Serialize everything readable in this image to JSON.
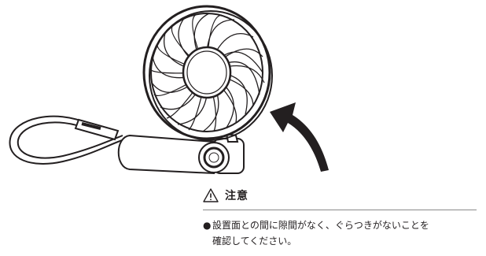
{
  "caution": {
    "title": "注意",
    "bullet": "●",
    "line1": "設置面との間に隙間がなく、ぐらつきがないことを",
    "line2": "確認してください。"
  },
  "icons": {
    "warning": "warning-triangle-icon",
    "fan": "desk-fan-illustration",
    "arrow": "rotate-arrow-icon"
  }
}
